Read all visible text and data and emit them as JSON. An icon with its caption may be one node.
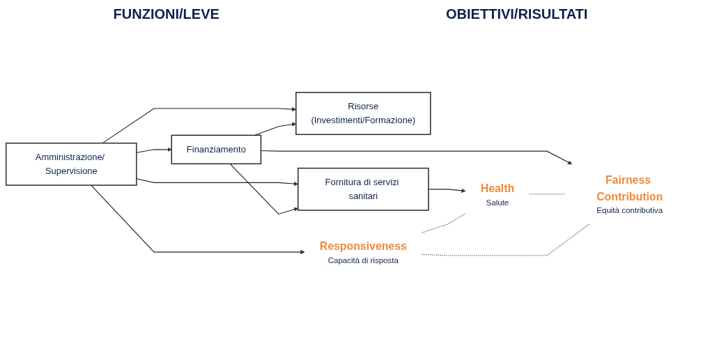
{
  "diagram": {
    "nodes": [
      {
        "text": [
          "Amministrazione/ Supervisione"
        ]
      },
      {
        "text": [
          "Risorse",
          "(Investimenti/Formazione)"
        ]
      },
      {
        "text": [
          "Fornitura di servizi sanitari"
        ]
      },
      {
        "text": [
          "Finanziamento"
        ]
      },
      {
        "text": [
          "Responsiveness",
          "Capacità di risposta"
        ]
      },
      {
        "text": [
          "Health",
          "Salute"
        ]
      },
      {
        "text": [
          "Fairness Contribution",
          "Equità contributiva"
        ]
      }
    ],
    "edges": [
      {
        "from": 0,
        "to": 4,
        "arrow": "to"
      },
      {
        "from": 0,
        "to": 2,
        "arrow": "to"
      },
      {
        "from": 0,
        "to": 1,
        "arrow": "to"
      },
      {
        "from": 0,
        "to": 3,
        "arrow": "to"
      },
      {
        "from": 3,
        "to": 1,
        "arrow": "to"
      },
      {
        "from": 3,
        "to": 2,
        "arrow": "to"
      },
      {
        "from": 3,
        "to": 6,
        "arrow": "to"
      },
      {
        "from": 2,
        "to": 5,
        "arrow": "to"
      },
      {
        "from": 4,
        "to": 5,
        "arrow": "none",
        "style": "dashed",
        "color": "#555555"
      },
      {
        "from": 5,
        "to": 6,
        "arrow": "none",
        "style": "dashed",
        "color": "#555555"
      },
      {
        "from": 6,
        "to": 4,
        "arrow": "none",
        "style": "dashed",
        "color": "#555555"
      }
    ],
    "labels": [
      "FUNZIONI/LEVE",
      "OBIETTIVI/RISULTATI"
    ]
  }
}
